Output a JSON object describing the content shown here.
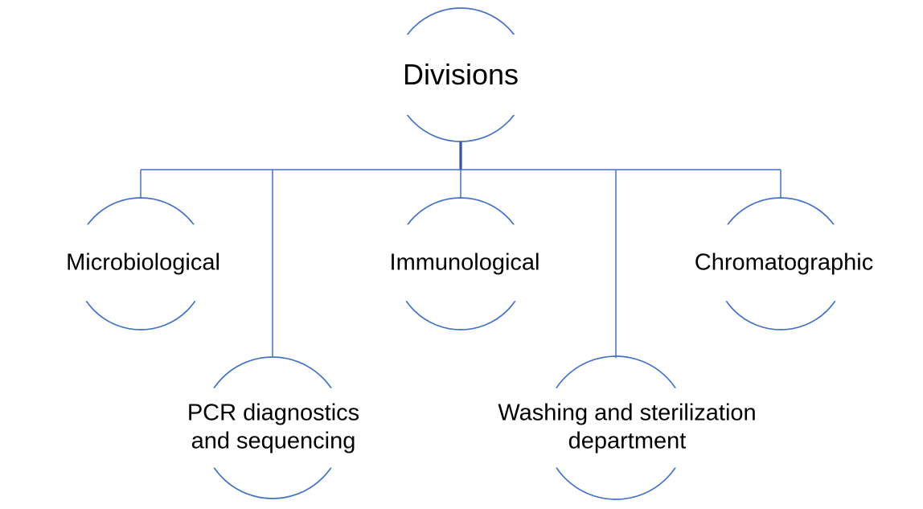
{
  "diagram": {
    "type": "org-chart",
    "root": {
      "label": "Divisions"
    },
    "children": [
      {
        "label": "Microbiological"
      },
      {
        "label": "PCR diagnostics and sequencing"
      },
      {
        "label": "Immunological"
      },
      {
        "label": "Washing and sterilization department"
      },
      {
        "label": "Chromatographic"
      }
    ],
    "colors": {
      "line": "#4472C4",
      "trunk": "#35569E",
      "text": "#000000",
      "background": "#FFFFFF"
    }
  }
}
